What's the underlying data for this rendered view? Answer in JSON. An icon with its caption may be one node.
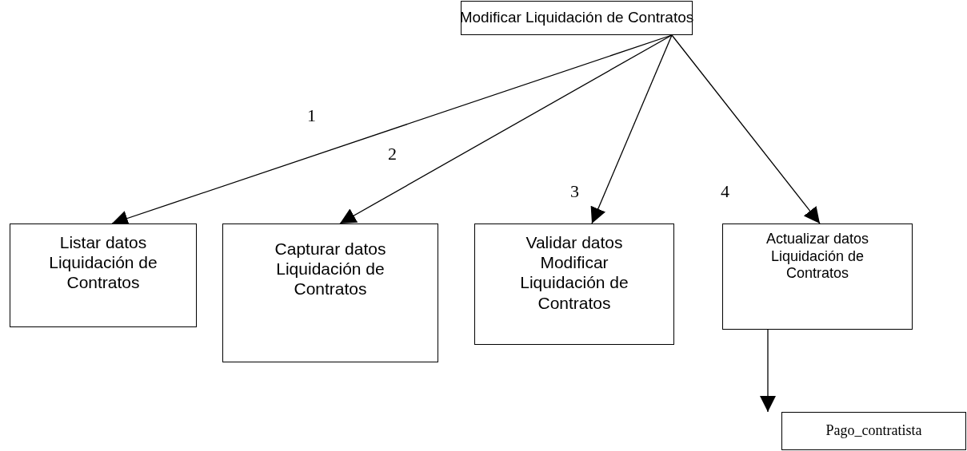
{
  "diagram": {
    "nodes": [
      {
        "text": [
          "Modificar Liquidación de Contratos"
        ]
      },
      {
        "text": [
          "Listar datos Liquidación de Contratos"
        ]
      },
      {
        "text": [
          "Capturar datos Liquidación de Contratos"
        ]
      },
      {
        "text": [
          "Validar datos Modificar Liquidación de Contratos"
        ]
      },
      {
        "text": [
          "Actualizar datos Liquidación de Contratos"
        ]
      },
      {
        "text": [
          "Pago_contratista"
        ]
      }
    ],
    "edges": [
      {
        "from": 0,
        "to": 1,
        "arrow": "to"
      },
      {
        "from": 0,
        "to": 2,
        "arrow": "to"
      },
      {
        "from": 0,
        "to": 3,
        "arrow": "to"
      },
      {
        "from": 0,
        "to": 4,
        "arrow": "to"
      },
      {
        "from": 4,
        "to": 5,
        "arrow": "to"
      }
    ],
    "labels": [
      "1",
      "2",
      "3",
      "4"
    ]
  }
}
